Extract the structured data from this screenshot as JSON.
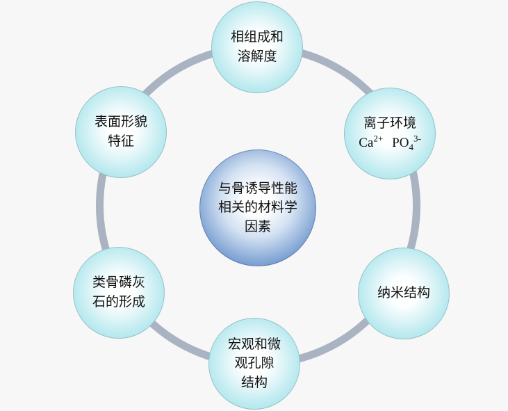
{
  "diagram": {
    "center_node": {
      "label": "与骨诱导性能\n相关的材料学\n因素"
    },
    "nodes": [
      {
        "id": "phase-composition",
        "label": "相组成和\n溶解度"
      },
      {
        "id": "ionic-environment",
        "label": "离子环境",
        "formula": {
          "ca": "Ca",
          "ca_sup": "2+",
          "po": "PO",
          "po_sub": "4",
          "po_sup": "3-"
        }
      },
      {
        "id": "nano-structure",
        "label": "纳米结构"
      },
      {
        "id": "pore-structure",
        "label": "宏观和微\n观孔隙\n结构"
      },
      {
        "id": "apatite-formation",
        "label": "类骨磷灰\n石的形成"
      },
      {
        "id": "surface-morphology",
        "label": "表面形貌\n特征"
      }
    ],
    "colors": {
      "background": "#f7f7f7",
      "ring": "#a9b3c2",
      "satellite_fill": "#9fe0e8",
      "center_fill": "#4a77b8",
      "text": "#101010"
    }
  }
}
